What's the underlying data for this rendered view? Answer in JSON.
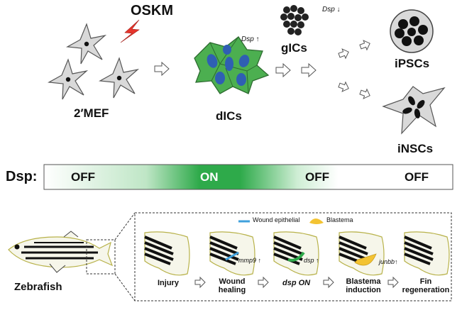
{
  "top": {
    "oskm": "OSKM",
    "mef": "2′MEF",
    "dics": "dICs",
    "gics": "gICs",
    "ipscs": "iPSCs",
    "inscs": "iNSCs",
    "dsp_up": "Dsp ↑",
    "dsp_down": "Dsp ↓"
  },
  "dsp_bar": {
    "label": "Dsp:",
    "states": [
      "OFF",
      "ON",
      "OFF",
      "OFF"
    ],
    "on_color": "#2eaa4a",
    "off_color": "#ffffff"
  },
  "zebrafish": {
    "label": "Zebrafish",
    "legend": {
      "wound": "Wound epithelial",
      "blastema": "Blastema",
      "wound_color": "#3fa0dc",
      "blastema_color": "#f3c332"
    },
    "stages": [
      {
        "label_1": "Injury",
        "label_2": ""
      },
      {
        "label_1": "Wound",
        "label_2": "healing"
      },
      {
        "label_1": "dsp ON",
        "label_2": ""
      },
      {
        "label_1": "Blastema",
        "label_2": "induction"
      },
      {
        "label_1": "Fin",
        "label_2": "regeneration"
      }
    ],
    "annotations": {
      "mmp9": "mmp9 ↑",
      "dsp": "dsp ↑",
      "junbb": "junbb↑"
    }
  },
  "colors": {
    "cell_gray": "#d9d9d9",
    "dic_green": "#4caf50",
    "nucleus_blue": "#2f5fb3",
    "fin_fill": "#f6f6ea",
    "fin_edge": "#b8b24a"
  }
}
